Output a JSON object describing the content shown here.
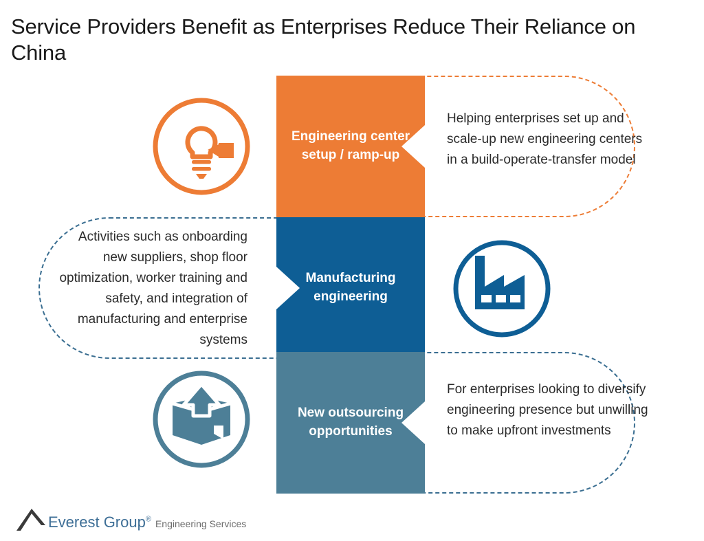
{
  "title": "Service Providers Benefit as Enterprises Reduce Their Reliance on China",
  "colors": {
    "orange": "#ED7C35",
    "blue": "#0E5E95",
    "teal": "#4D7F97",
    "dashed_orange": "#ED7C35",
    "dashed_blue": "#3A6E91",
    "logo_blue": "#3D6E96",
    "body_text": "#2b2b2b"
  },
  "rows": [
    {
      "label": "Engineering center setup / ramp-up",
      "description": "Helping enterprises set up and scale-up new engineering centers in a build-operate-transfer model",
      "icon": "lightbulb-idea-icon",
      "band_color": "#ED7C35",
      "icon_side": "left",
      "text_side": "right"
    },
    {
      "label": "Manufacturing engineering",
      "description": "Activities such as onboarding new suppliers, shop floor optimization, worker training and safety, and integration of manufacturing and enterprise systems",
      "icon": "factory-icon",
      "band_color": "#0E5E95",
      "icon_side": "right",
      "text_side": "left"
    },
    {
      "label": "New outsourcing opportunities",
      "description": "For enterprises looking to diversify engineering presence but unwilling to make upfront investments",
      "icon": "open-box-arrow-icon",
      "band_color": "#4D7F97",
      "icon_side": "left",
      "text_side": "right"
    }
  ],
  "footer": {
    "brand": "Everest Group",
    "registered_mark": "®",
    "tagline": "Engineering Services",
    "logo_icon": "everest-peak-icon"
  }
}
